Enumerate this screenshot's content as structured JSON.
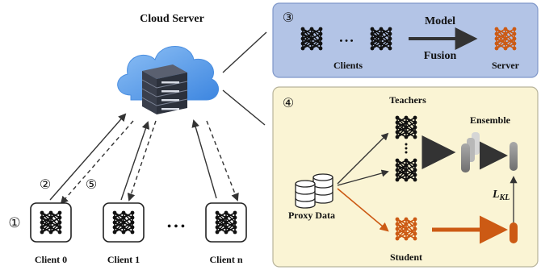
{
  "server": {
    "title": "Cloud Server"
  },
  "markers": {
    "m1": "①",
    "m2": "②",
    "m3": "③",
    "m4": "④",
    "m5": "⑤"
  },
  "clients": [
    {
      "label": "Client 0"
    },
    {
      "label": "Client 1"
    },
    {
      "label": "Client n"
    }
  ],
  "client_ellipsis": "• • •",
  "fusion_panel": {
    "clients_label": "Clients",
    "ellipsis": "• • •",
    "arrow_top": "Model",
    "arrow_bottom": "Fusion",
    "server_label": "Server"
  },
  "distill_panel": {
    "teachers_label": "Teachers",
    "ensemble_label": "Ensemble",
    "proxy_label": "Proxy Data",
    "student_label": "Student",
    "loss_label": "L",
    "loss_sub": "KL"
  },
  "colors": {
    "accent_orange": "#cc5a14",
    "panel_blue_fill": "#b3c4e6",
    "panel_blue_stroke": "#7f97c9",
    "panel_yellow_fill": "#faf4d4",
    "panel_yellow_stroke": "#b7b39a",
    "cloud_blue": "#5f9fe8"
  }
}
